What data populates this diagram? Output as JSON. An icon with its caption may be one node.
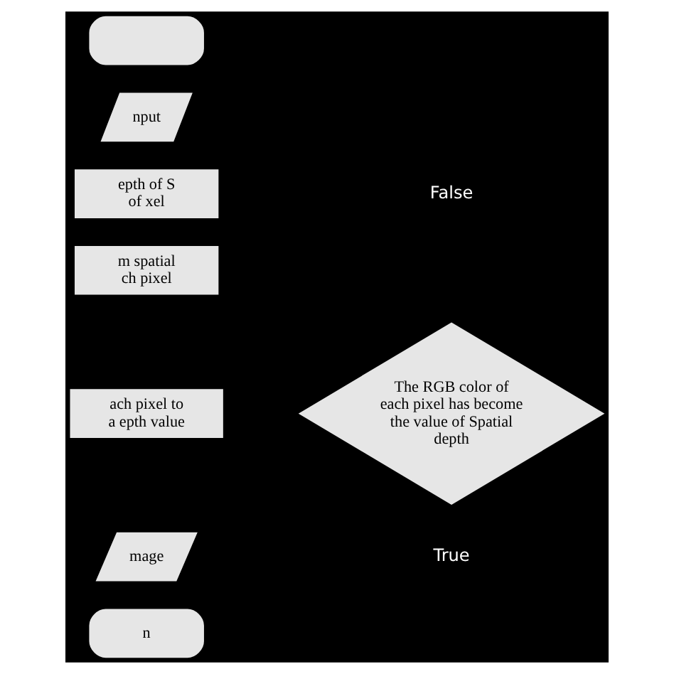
{
  "diagram": {
    "nodes": [
      {
        "text": [],
        "shape": "box"
      },
      {
        "text": [
          "nput"
        ]
      },
      {
        "text": [
          "epth of S of xel"
        ]
      },
      {
        "text": [
          "m spatial ch pixel"
        ]
      },
      {
        "text": [
          "ach pixel to a epth value"
        ]
      },
      {
        "text": [
          "mage"
        ]
      },
      {
        "text": [
          "n"
        ]
      },
      {
        "text": [
          "The RGB color of each pixel has become the value of Spatial depth"
        ]
      }
    ],
    "edges": [],
    "labels": [
      "False",
      "True"
    ]
  }
}
